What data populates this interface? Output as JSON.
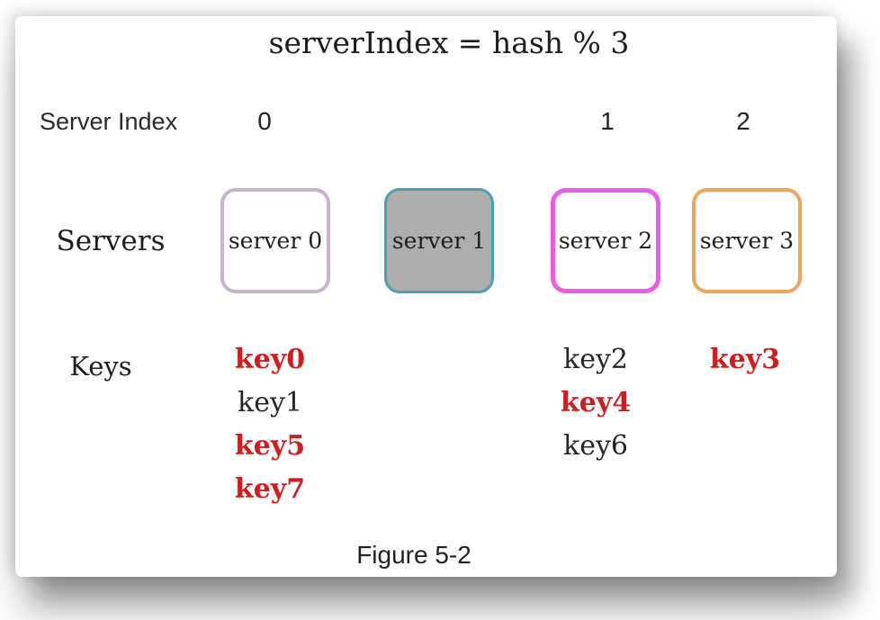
{
  "title": "serverIndex = hash % 3",
  "caption": "Figure 5-2",
  "labels": {
    "server_index": "Server Index",
    "servers": "Servers",
    "keys": "Keys"
  },
  "server_index": {
    "values": [
      "0",
      "1",
      "2"
    ]
  },
  "servers": [
    {
      "label": "server 0"
    },
    {
      "label": "server 1"
    },
    {
      "label": "server 2"
    },
    {
      "label": "server 3"
    }
  ],
  "key_columns": [
    {
      "server": "server 0",
      "keys": [
        {
          "label": "key0",
          "highlighted": true
        },
        {
          "label": "key1",
          "highlighted": false
        },
        {
          "label": "key5",
          "highlighted": true
        },
        {
          "label": "key7",
          "highlighted": true
        }
      ]
    },
    {
      "server": "server 1",
      "keys": []
    },
    {
      "server": "server 2",
      "keys": [
        {
          "label": "key2",
          "highlighted": false
        },
        {
          "label": "key4",
          "highlighted": true
        },
        {
          "label": "key6",
          "highlighted": false
        }
      ]
    },
    {
      "server": "server 3",
      "keys": [
        {
          "label": "key3",
          "highlighted": true
        }
      ]
    }
  ],
  "colors": {
    "highlight_red": "#d21c1c",
    "key_text": "#252525",
    "server0_border": "#c7b2d1",
    "server1_border": "#45a2b8",
    "server1_fill": "#aeaeae",
    "server2_border": "#ee5ae6",
    "server3_border": "#eda55e"
  }
}
